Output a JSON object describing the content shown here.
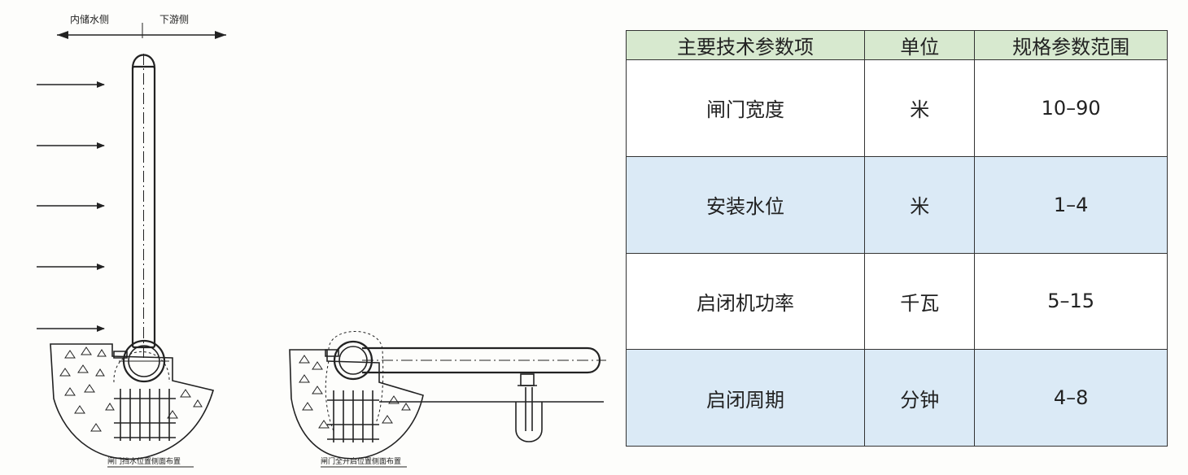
{
  "diagram": {
    "label_upstream": "内储水侧",
    "label_downstream": "下游侧",
    "caption_left": "闸门挡水位置侧面布置",
    "caption_right": "闸门全开启位置侧面布置"
  },
  "table": {
    "headers": [
      "主要技术参数项",
      "单位",
      "规格参数范围"
    ],
    "rows": [
      {
        "item": "闸门宽度",
        "unit": "米",
        "range": "10–90"
      },
      {
        "item": "安装水位",
        "unit": "米",
        "range": "1–4"
      },
      {
        "item": "启闭机功率",
        "unit": "千瓦",
        "range": "5–15"
      },
      {
        "item": "启闭周期",
        "unit": "分钟",
        "range": "4–8"
      }
    ]
  },
  "colors": {
    "header_bg": "#d7e9cf",
    "shaded_row_bg": "#dbeaf6",
    "line": "#222222"
  }
}
